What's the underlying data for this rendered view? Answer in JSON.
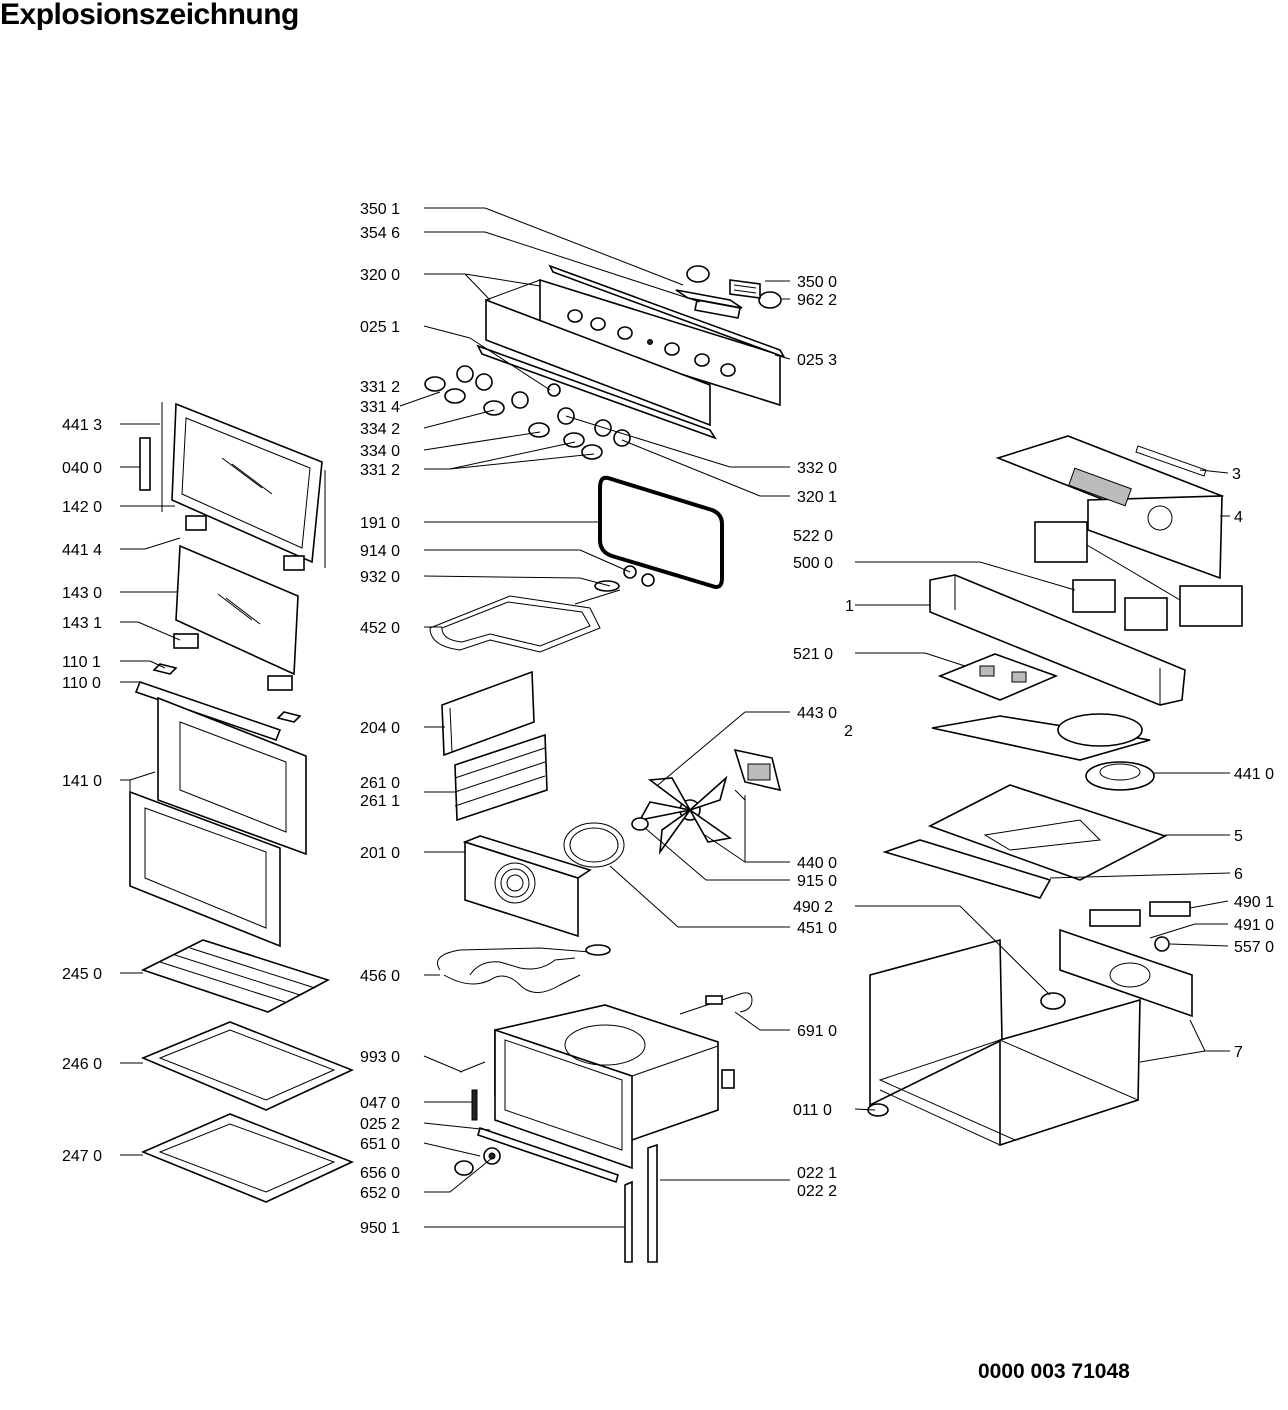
{
  "title": "Explosionszeichnung",
  "document_number": "0000 003 71048",
  "labels": [
    {
      "text": "350 1"
    },
    {
      "text": "354 6"
    },
    {
      "text": "320 0"
    },
    {
      "text": "025 1"
    },
    {
      "text": "331 2"
    },
    {
      "text": "331 4"
    },
    {
      "text": "334 2"
    },
    {
      "text": "334 0"
    },
    {
      "text": "331 2"
    },
    {
      "text": "191 0"
    },
    {
      "text": "914 0"
    },
    {
      "text": "932 0"
    },
    {
      "text": "452 0"
    },
    {
      "text": "204 0"
    },
    {
      "text": "261 0"
    },
    {
      "text": "261 1"
    },
    {
      "text": "201 0"
    },
    {
      "text": "456 0"
    },
    {
      "text": "993 0"
    },
    {
      "text": "047 0"
    },
    {
      "text": "025 2"
    },
    {
      "text": "651 0"
    },
    {
      "text": "656 0"
    },
    {
      "text": "652 0"
    },
    {
      "text": "950 1"
    },
    {
      "text": "441 3"
    },
    {
      "text": "040 0"
    },
    {
      "text": "142 0"
    },
    {
      "text": "441 4"
    },
    {
      "text": "143 0"
    },
    {
      "text": "143 1"
    },
    {
      "text": "110 1"
    },
    {
      "text": "110 0"
    },
    {
      "text": "141 0"
    },
    {
      "text": "245 0"
    },
    {
      "text": "246 0"
    },
    {
      "text": "247 0"
    },
    {
      "text": "350 0"
    },
    {
      "text": "962 2"
    },
    {
      "text": "025 3"
    },
    {
      "text": "332 0"
    },
    {
      "text": "320 1"
    },
    {
      "text": "443 0"
    },
    {
      "text": "2"
    },
    {
      "text": "440 0"
    },
    {
      "text": "915 0"
    },
    {
      "text": "451 0"
    },
    {
      "text": "691 0"
    },
    {
      "text": "022 1"
    },
    {
      "text": "022 2"
    },
    {
      "text": "011 0"
    },
    {
      "text": "490 2"
    },
    {
      "text": "3"
    },
    {
      "text": "4"
    },
    {
      "text": "522 0"
    },
    {
      "text": "500 0"
    },
    {
      "text": "1"
    },
    {
      "text": "521 0"
    },
    {
      "text": "441 0"
    },
    {
      "text": "5"
    },
    {
      "text": "6"
    },
    {
      "text": "490 1"
    },
    {
      "text": "491 0"
    },
    {
      "text": "557 0"
    },
    {
      "text": "7"
    }
  ]
}
